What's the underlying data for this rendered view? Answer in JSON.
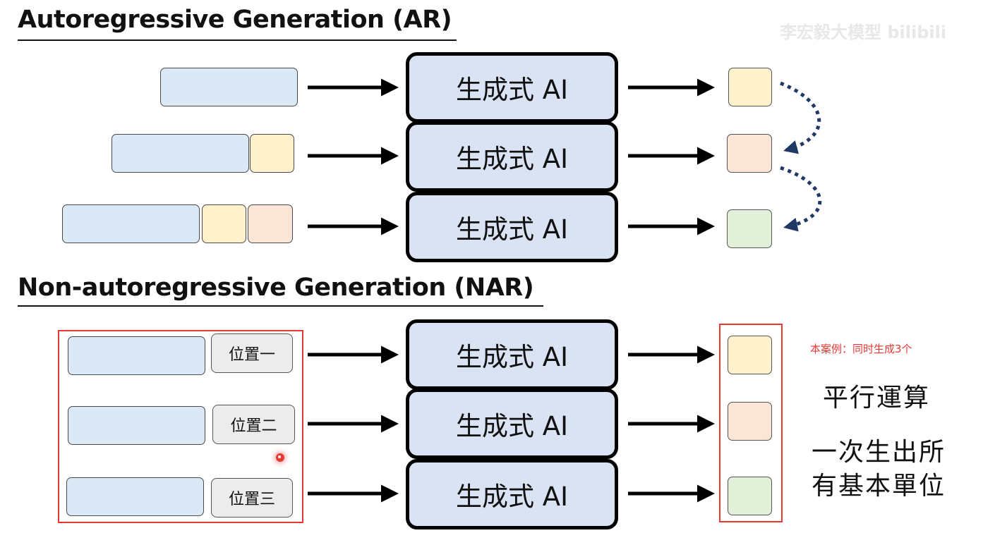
{
  "titles": {
    "ar": "Autoregressive Generation (AR)",
    "nar": "Non-autoregressive Generation (NAR)"
  },
  "watermark": "李宏毅大模型 bilibili",
  "ai_label": "生成式 AI",
  "positions": [
    "位置一",
    "位置二",
    "位置三"
  ],
  "note": "本案例：同时生成3个",
  "side": {
    "parallel": "平行運算",
    "line1": "一次生出所",
    "line2": "有基本單位"
  },
  "colors": {
    "input_blue": "#dbe8f6",
    "token_yellow": "#fff1cc",
    "token_peach": "#fbe5d6",
    "token_green": "#e2efd9",
    "ai_block": "#d9e3f3",
    "highlight_red": "#e53935",
    "feedback_arrow": "#1f3864"
  }
}
